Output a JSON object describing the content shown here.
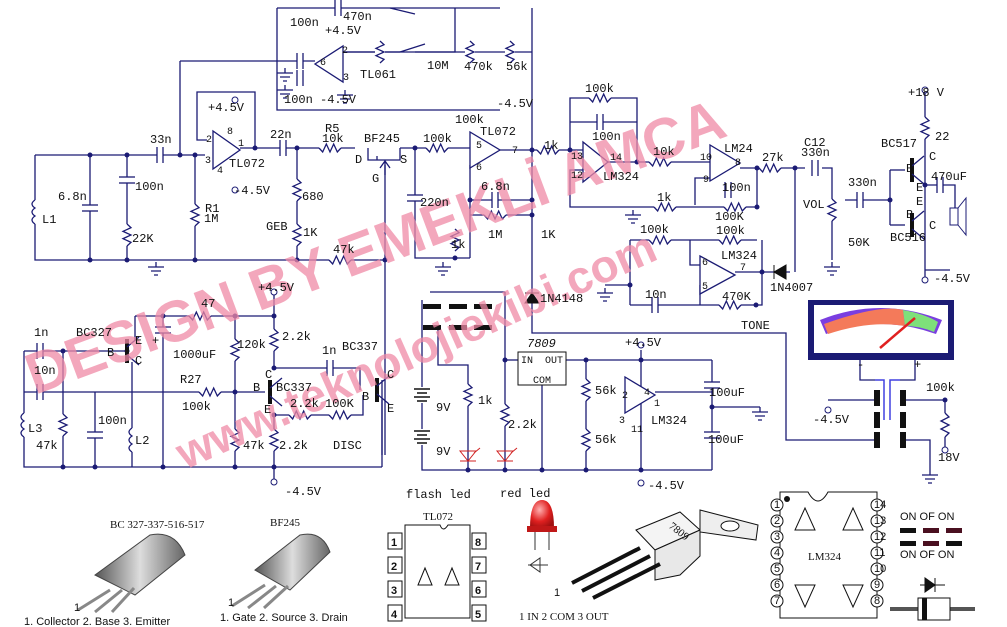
{
  "colors": {
    "wire": "#1b1b74",
    "watermark": "#f08aa6",
    "meter_red": "#f47a5a",
    "meter_green": "#7ee07a",
    "meter_purple": "#7a3ee0",
    "led": "#e02020"
  },
  "top_section": [
    "470n",
    "100n",
    "+4.5V",
    "2",
    "6",
    "3",
    "TL061",
    "10M",
    "470k",
    "56k",
    "100n -4.5V",
    "-4.5V",
    "100k"
  ],
  "input_section": [
    "33n",
    "+4.5V",
    "8",
    "2",
    "1",
    "3",
    "4",
    "TL072",
    "-4.5V",
    "22n",
    "R5",
    "10k",
    "BF245",
    "D",
    "S",
    "G",
    "100k",
    "TL072",
    "5",
    "6",
    "7",
    "L1",
    "6.8n",
    "100n",
    "22K",
    "R1",
    "1M",
    "680",
    "GEB",
    "1K",
    "47k",
    "220n",
    "6.8n",
    "1M",
    "1k",
    "1K"
  ],
  "filter_section": [
    "1k",
    "100k",
    "100n",
    "13",
    "14",
    "12",
    "LM324",
    "10k",
    "LM24",
    "10",
    "8",
    "9",
    "27k",
    "100n",
    "1k",
    "100K",
    "C12",
    "330n",
    "330n",
    "VOL",
    "50K",
    "100k",
    "100k",
    "LM324",
    "6",
    "7",
    "5",
    "10n",
    "470K",
    "TONE",
    "1N4007",
    "1N4148"
  ],
  "output_section": [
    "+18 V",
    "22",
    "BC517",
    "C",
    "B",
    "E",
    "470uF",
    "E",
    "B",
    "C",
    "BC516",
    "-4.5V"
  ],
  "meter_section": [
    "-",
    "+",
    "100k",
    "-4.5V",
    "18V"
  ],
  "oscillator_section": [
    "+4.5V",
    "47",
    "1n",
    "BC327",
    "E",
    "B",
    "C",
    "+",
    "1000uF",
    "120k",
    "2.2k",
    "10n",
    "R27",
    "100k",
    "C",
    "B",
    "BC337",
    "E",
    "1n",
    "BC337",
    "C",
    "B",
    "E",
    "2.2k",
    "100K",
    "L3",
    "47k",
    "100n",
    "L2",
    "47k",
    "2.2k",
    "DISC",
    "-4.5V"
  ],
  "power_section": [
    "9V",
    "9V",
    "1k",
    "2.2k",
    "flash led",
    "red led",
    "7809",
    "IN",
    "OUT",
    "COM",
    "+4.5V",
    "56k",
    "56k",
    "2",
    "4",
    "1",
    "3",
    "11",
    "LM324",
    "100uF",
    "100uF",
    "-4.5V"
  ],
  "parts": {
    "transistor_title": "BC 327-337-516-517",
    "transistor_pins": "1. Collector  2. Base  3. Emitter",
    "transistor_pin1": "1",
    "jfet_title": "BF245",
    "jfet_pins": "1. Gate  2. Source  3. Drain",
    "jfet_pin1": "1",
    "tl072_title": "TL072",
    "tl072_pins": [
      "1",
      "2",
      "3",
      "4",
      "5",
      "6",
      "7",
      "8"
    ],
    "regulator_pin1": "1",
    "regulator_pins": "1 IN   2 COM  3 OUT",
    "regulator_marking": "7809",
    "lm324_title": "LM324",
    "lm324_pins": [
      "1",
      "2",
      "3",
      "4",
      "5",
      "6",
      "7",
      "8",
      "9",
      "10",
      "11",
      "12",
      "13",
      "14"
    ],
    "switch_top": "ON  OF  ON",
    "switch_bottom": "ON  OF  ON"
  },
  "watermark": [
    "DESIGN BY EMEKLİ AMCA",
    "www.teknolojiekibi.com"
  ]
}
